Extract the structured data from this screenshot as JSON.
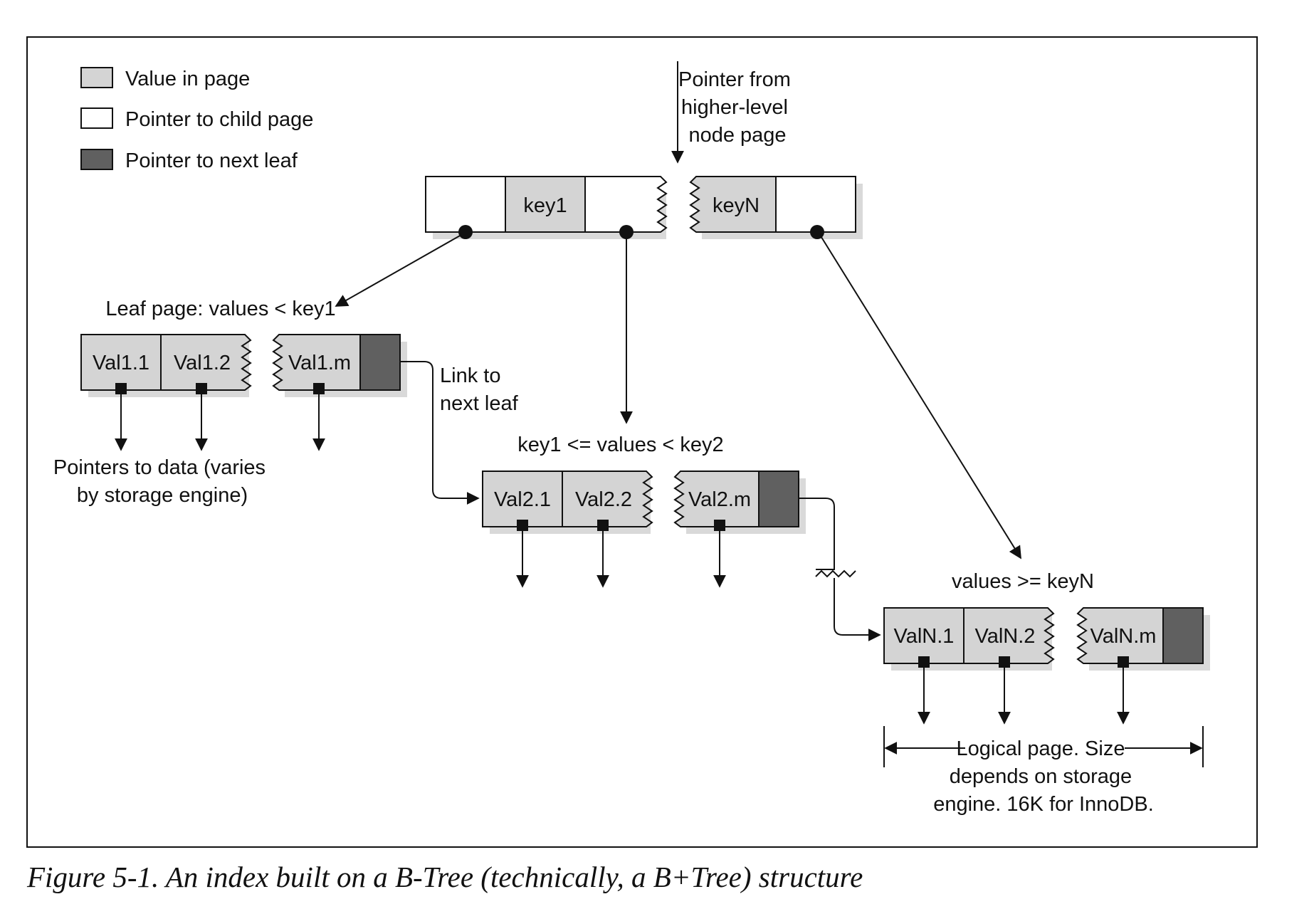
{
  "legend": {
    "value_in_page": "Value in page",
    "pointer_to_child": "Pointer to child page",
    "pointer_to_next_leaf": "Pointer to next leaf"
  },
  "root": {
    "pointer_label": [
      "Pointer from",
      "higher-level",
      "node page"
    ],
    "key1": "key1",
    "keyN": "keyN"
  },
  "leaf1": {
    "title": "Leaf page: values < key1",
    "values": [
      "Val1.1",
      "Val1.2",
      "Val1.m"
    ],
    "link_label": [
      "Link to",
      "next leaf"
    ],
    "data_label": [
      "Pointers to data (varies",
      "by storage engine)"
    ]
  },
  "leaf2": {
    "title": "key1 <= values < key2",
    "values": [
      "Val2.1",
      "Val2.2",
      "Val2.m"
    ]
  },
  "leafN": {
    "title": "values >= keyN",
    "values": [
      "ValN.1",
      "ValN.2",
      "ValN.m"
    ],
    "size_label": [
      "Logical page. Size",
      "depends on storage",
      "engine. 16K for InnoDB."
    ]
  },
  "caption": "Figure 5-1. An index built on a B-Tree (technically, a B+Tree) structure",
  "colors": {
    "value_fill": "#d4d4d4",
    "pointer_fill": "#ffffff",
    "next_leaf_fill": "#606060",
    "shadow": "#cfcfcf",
    "stroke": "#111111"
  }
}
